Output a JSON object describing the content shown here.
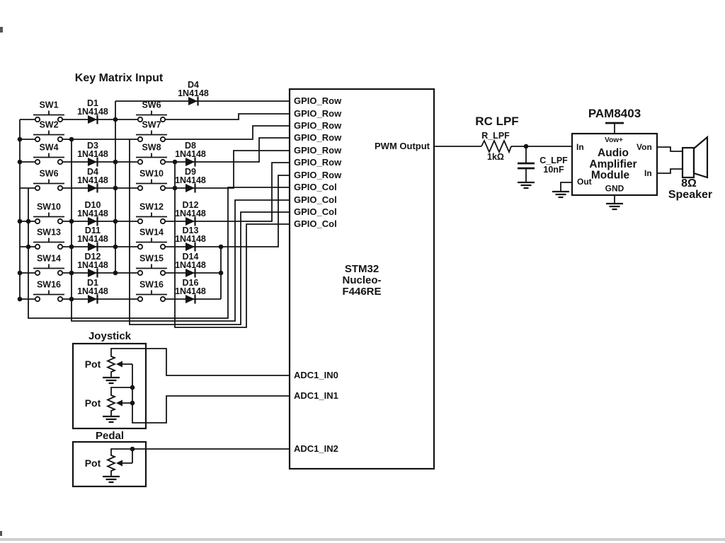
{
  "matrix": {
    "title": "Key Matrix Input",
    "top_diode": {
      "d": "D4",
      "part": "1N4148"
    },
    "left_rows": [
      {
        "sw": "SW1",
        "d": "D1",
        "part": "1N4148"
      },
      {
        "sw": "SW2"
      },
      {
        "sw": "SW4",
        "d": "D3",
        "part": "1N4148"
      },
      {
        "sw": "SW6",
        "d": "D4",
        "part": "1N4148"
      },
      {
        "sw": "SW10",
        "d": "D10",
        "part": "1N4148"
      },
      {
        "sw": "SW13",
        "d": "D11",
        "part": "1N4148"
      },
      {
        "sw": "SW14",
        "d": "D12",
        "part": "1N4148"
      },
      {
        "sw": "SW16",
        "d": "D1",
        "part": "1N4148"
      }
    ],
    "mid_rows": [
      {
        "sw": "SW6"
      },
      {
        "sw": "SW7"
      },
      {
        "sw": "SW8",
        "d": "D8",
        "part": "1N4148"
      },
      {
        "sw": "SW10",
        "d": "D9",
        "part": "1N4148"
      },
      {
        "sw": "SW12",
        "d": "D12",
        "part": "1N4148"
      },
      {
        "sw": "SW14",
        "d": "D13",
        "part": "1N4148"
      },
      {
        "sw": "SW15",
        "d": "D14",
        "part": "1N4148"
      },
      {
        "sw": "SW16",
        "d": "D16",
        "part": "1N4148"
      }
    ]
  },
  "mcu": {
    "name_lines": [
      "STM32",
      "Nucleo-",
      "F446RE"
    ],
    "row_pins": [
      "GPIO_Row",
      "GPIO_Row",
      "GPIO_Row",
      "GPIO_Row",
      "GPIO_Row",
      "GPIO_Row",
      "GPIO_Row"
    ],
    "col_pins": [
      "GPIO_Col",
      "GPIO_Col",
      "GPIO_Col",
      "GPIO_Col"
    ],
    "pwm_pin": "PWM Output",
    "adc_pins": [
      "ADC1_IN0",
      "ADC1_IN1",
      "ADC1_IN2"
    ]
  },
  "lpf": {
    "title": "RC LPF",
    "r_name": "R_LPF",
    "r_value": "1kΩ",
    "c_name": "C_LPF",
    "c_value": "10nF"
  },
  "amp": {
    "part": "PAM8403",
    "supply_pin": "Vow+",
    "in_pin": "In",
    "von_pin": "Von",
    "in2_pin": "In",
    "out_pin": "Out",
    "gnd_pin": "GND",
    "name_lines": [
      "Audio",
      "Amplifier",
      "Module"
    ]
  },
  "speaker": {
    "impedance": "8Ω",
    "label": "Speaker"
  },
  "joystick": {
    "title": "Joystick",
    "pot_labels": [
      "Pot",
      "Pot"
    ]
  },
  "pedal": {
    "title": "Pedal",
    "pot_label": "Pot"
  },
  "colors": {
    "line": "#141414",
    "background": "#ffffff",
    "window_edge": "#cfcfcf"
  }
}
